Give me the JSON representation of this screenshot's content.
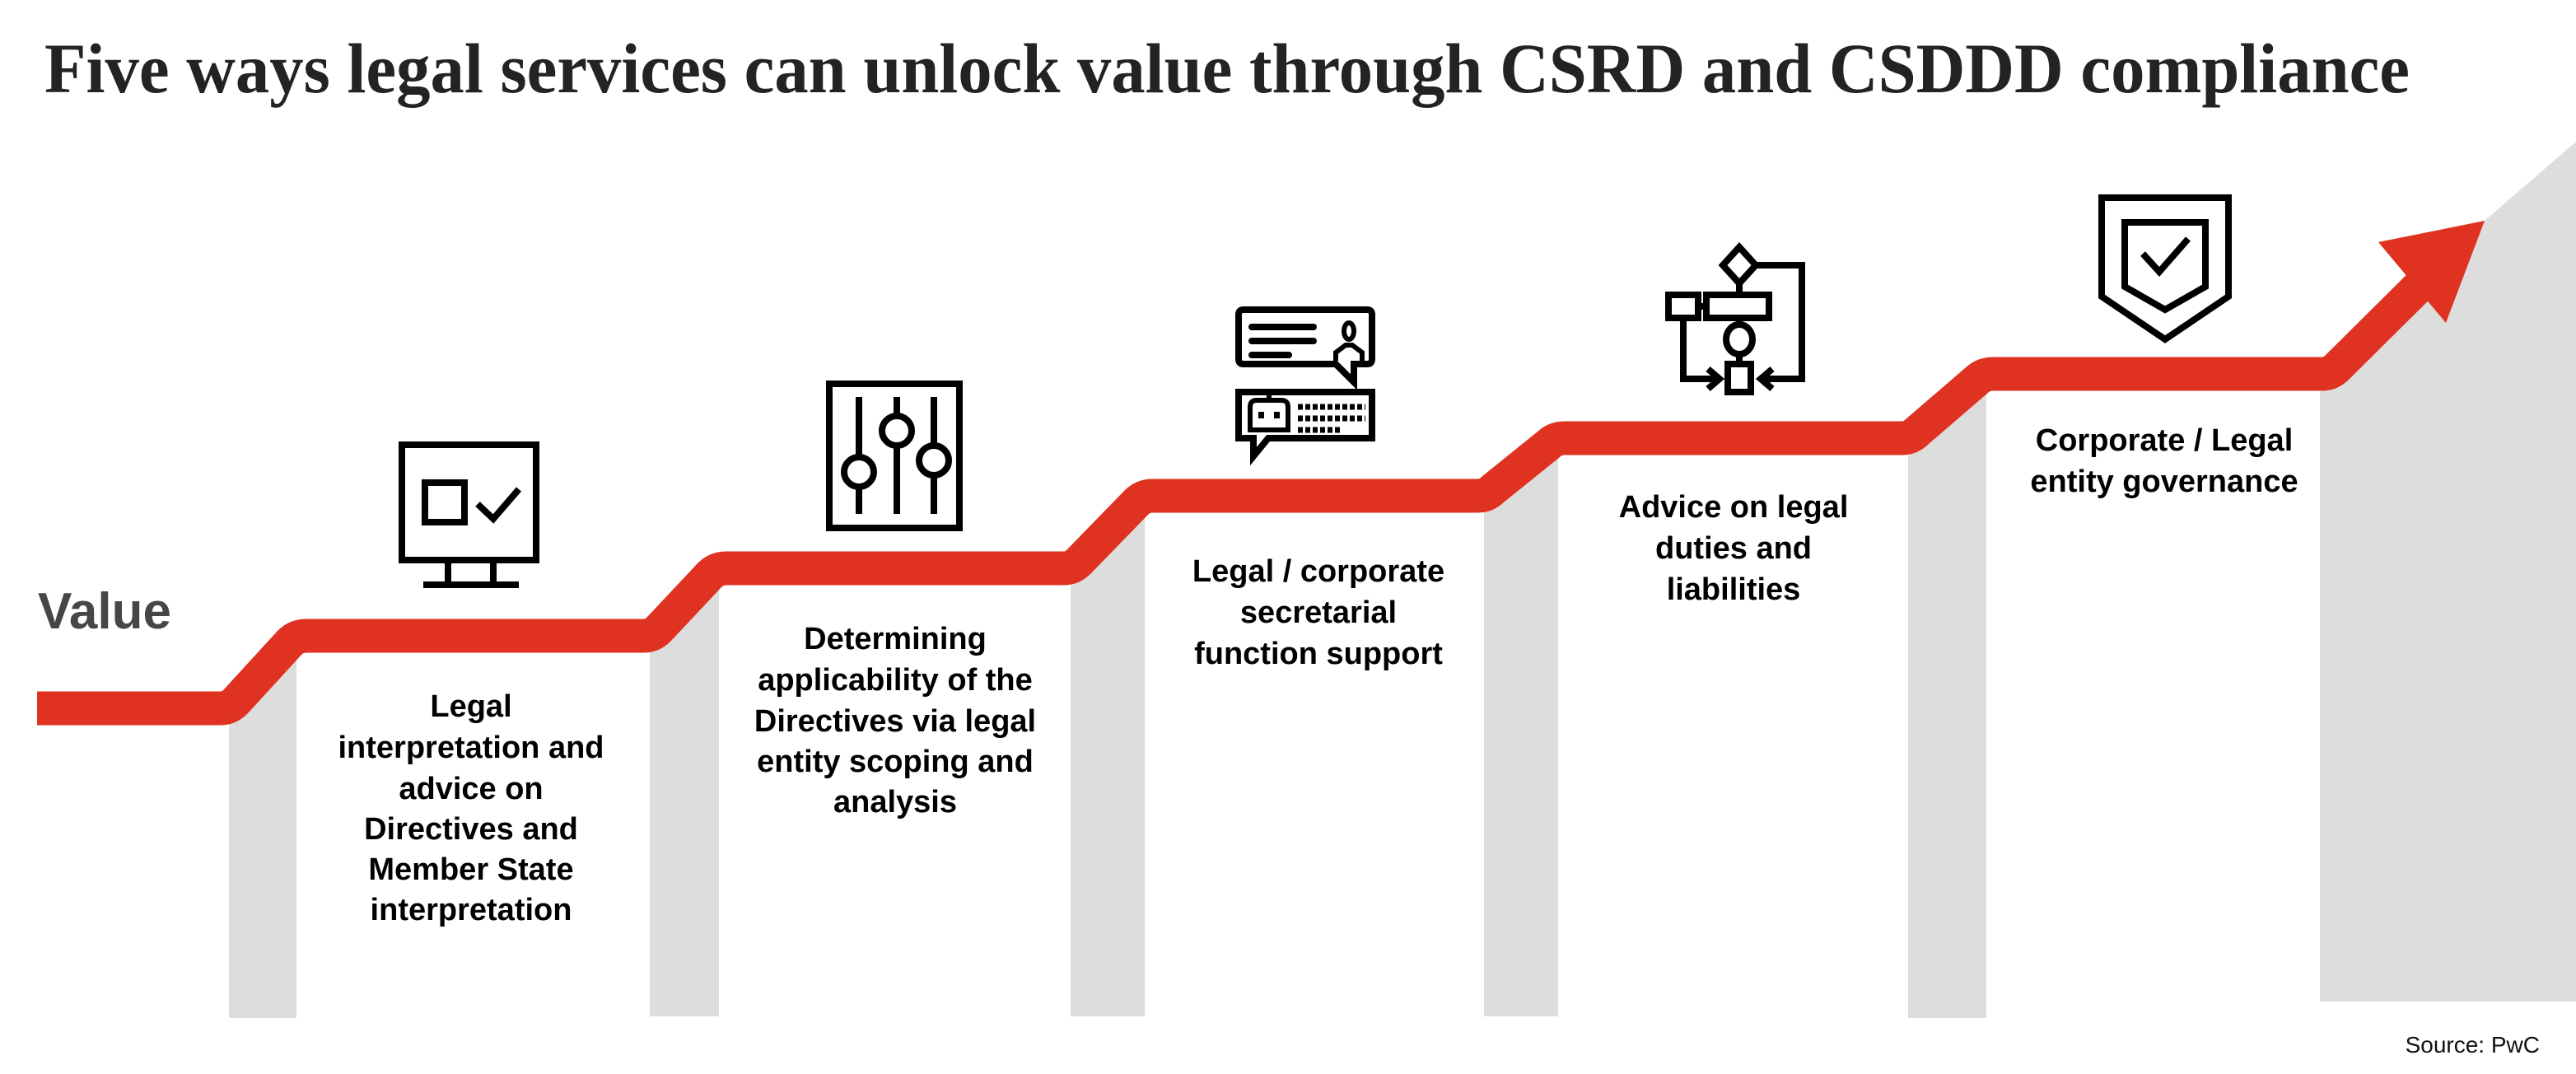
{
  "title": "Five ways legal services can unlock value through CSRD and CSDDD compliance",
  "axis_label": "Value",
  "source": "Source: PwC",
  "colors": {
    "line": "#e03220",
    "column": "#dddddd",
    "text": "#000000",
    "title": "#232323",
    "axis_label": "#464646"
  },
  "steps": [
    {
      "icon": "monitor-checkbox-icon",
      "lines": [
        "Legal",
        "interpretation and",
        "advice on",
        "Directives and",
        "Member State",
        "interpretation"
      ]
    },
    {
      "icon": "sliders-icon",
      "lines": [
        "Determining",
        "applicability of the",
        "Directives via legal",
        "entity scoping and",
        "analysis"
      ]
    },
    {
      "icon": "chat-bot-icon",
      "lines": [
        "Legal / corporate",
        "secretarial",
        "function support"
      ]
    },
    {
      "icon": "flowchart-icon",
      "lines": [
        "Advice on legal",
        "duties and",
        "liabilities"
      ]
    },
    {
      "icon": "shield-check-icon",
      "lines": [
        "Corporate / Legal",
        "entity governance"
      ]
    }
  ]
}
